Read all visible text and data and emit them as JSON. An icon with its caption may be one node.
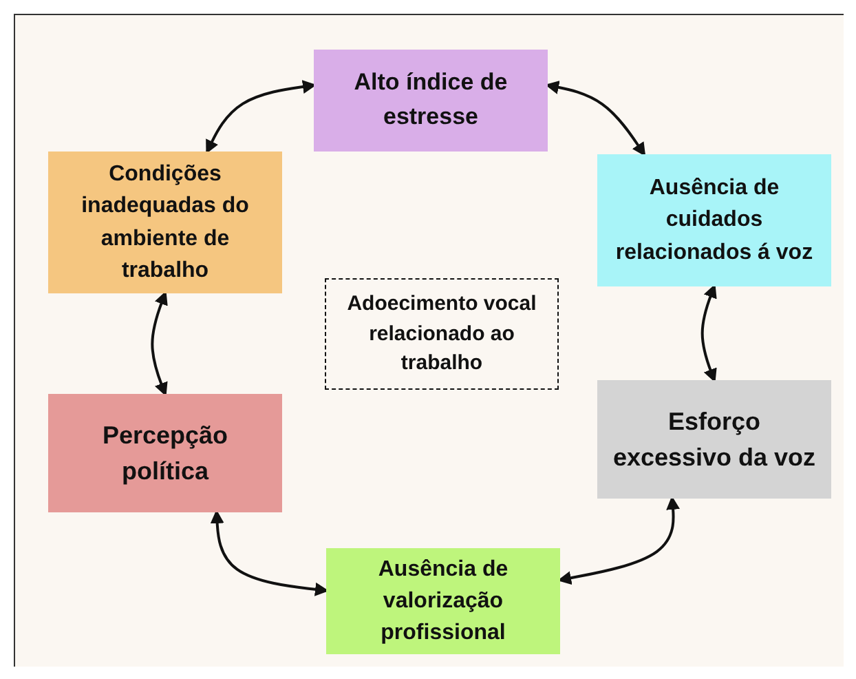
{
  "diagram": {
    "nodes": [
      {
        "text": [
          "Alto índice de estresse"
        ]
      },
      {
        "text": [
          "Ausência de cuidados relacionados á voz"
        ]
      },
      {
        "text": [
          "Esforço excessivo da voz"
        ]
      },
      {
        "text": [
          "Ausência de valorização profissional"
        ]
      },
      {
        "text": [
          "Percepção política"
        ]
      },
      {
        "text": [
          "Condições inadequadas do ambiente de trabalho"
        ]
      },
      {
        "text": [
          "Adoecimento vocal relacionado ao trabalho"
        ]
      }
    ],
    "edges": [
      {
        "from": 0,
        "to": 1,
        "arrow": "both"
      },
      {
        "from": 1,
        "to": 2,
        "arrow": "both"
      },
      {
        "from": 2,
        "to": 3,
        "arrow": "both"
      },
      {
        "from": 3,
        "to": 4,
        "arrow": "both"
      },
      {
        "from": 4,
        "to": 5,
        "arrow": "both"
      },
      {
        "from": 5,
        "to": 0,
        "arrow": "both"
      }
    ]
  }
}
